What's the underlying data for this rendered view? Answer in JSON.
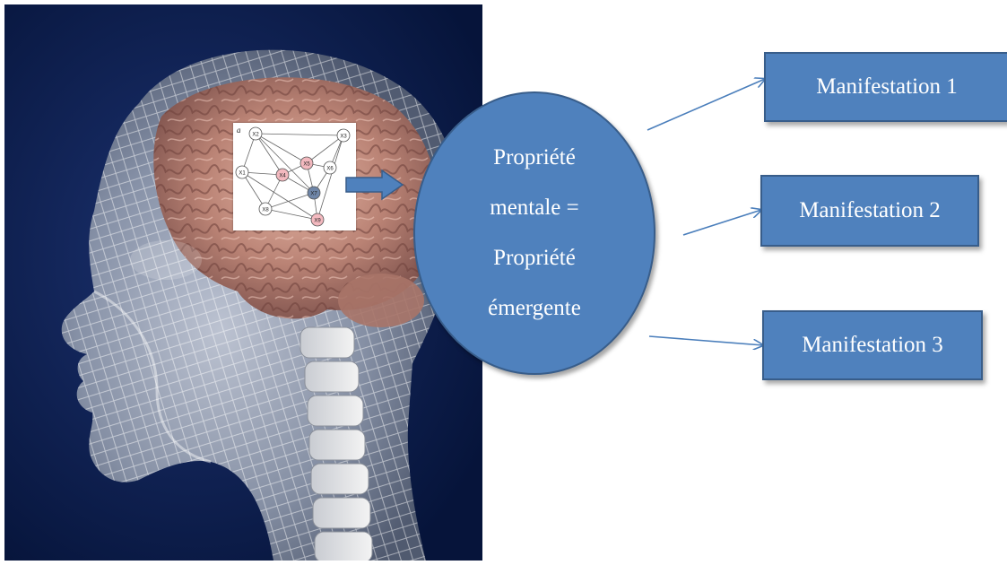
{
  "center_node": {
    "lines": [
      "Propriété",
      "mentale =",
      "Propriété",
      "émergente"
    ]
  },
  "manifestations": [
    {
      "label": "Manifestation 1"
    },
    {
      "label": "Manifestation 2"
    },
    {
      "label": "Manifestation 3"
    }
  ],
  "network_inset": {
    "panel_letter": "a",
    "nodes": [
      "X2",
      "X3",
      "X1",
      "X4",
      "X5",
      "X6",
      "X7",
      "X8",
      "X9"
    ]
  },
  "colors": {
    "shape_fill": "#4f81bd",
    "shape_border": "#385d8a",
    "connector": "#4a7ebb",
    "head_background": "#0b1e4a",
    "node_highlight_pink": "#f3b9bf",
    "node_highlight_blue": "#6f86a8"
  },
  "illustration": {
    "subject": "3D translucent human head with wireframe mesh, visible brain and cervical spine"
  }
}
